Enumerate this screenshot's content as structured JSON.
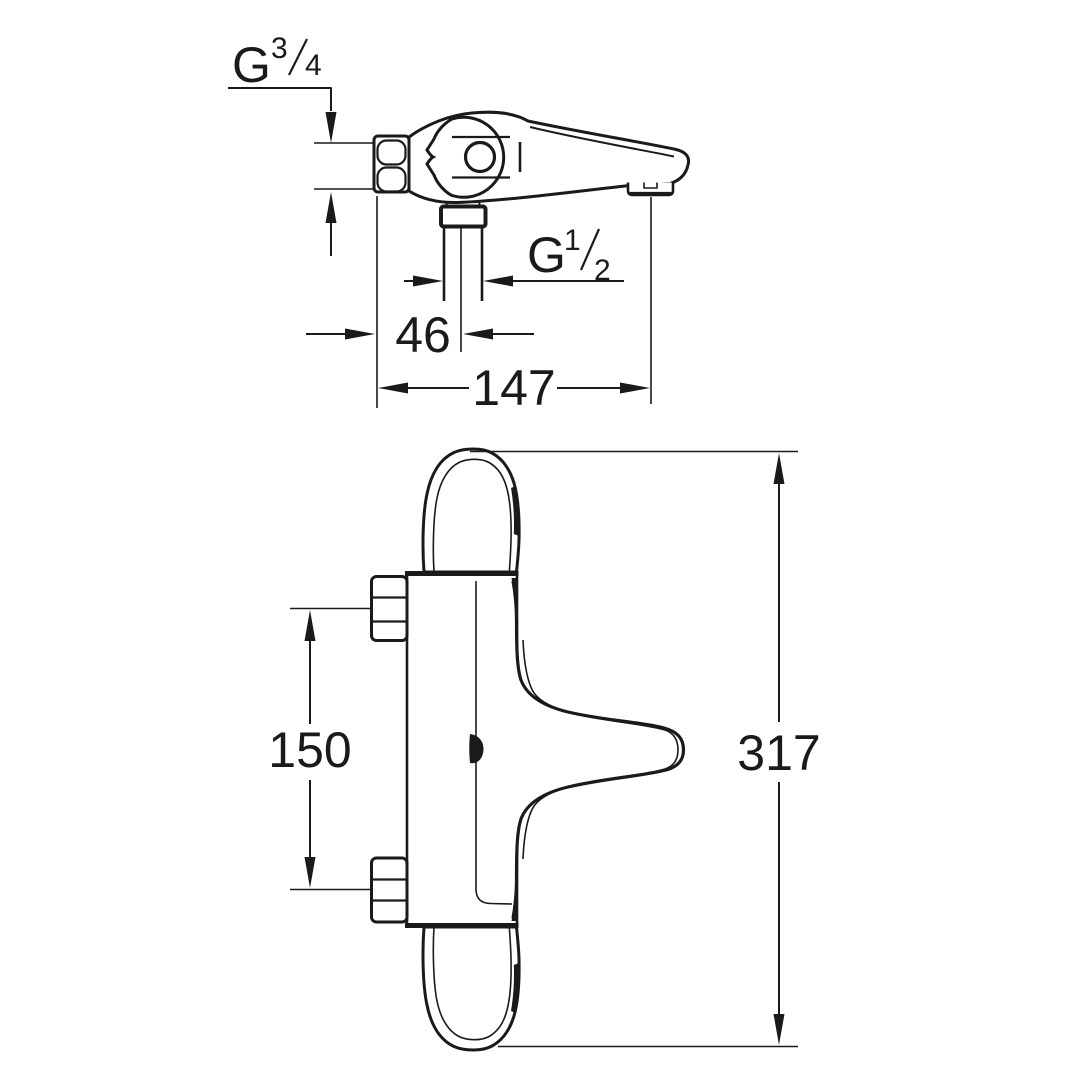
{
  "colors": {
    "background": "#ffffff",
    "ink": "#1a1a1a"
  },
  "drawing": {
    "dimensions": {
      "inlet_thread": {
        "prefix": "G",
        "numerator": "3",
        "denominator": "4"
      },
      "spout_thread": {
        "prefix": "G",
        "numerator": "1",
        "denominator": "2"
      },
      "spout_pipe_offset": {
        "value": "46"
      },
      "projection": {
        "value": "147"
      },
      "connection_centres": {
        "value": "150"
      },
      "overall_height": {
        "value": "317"
      }
    }
  }
}
